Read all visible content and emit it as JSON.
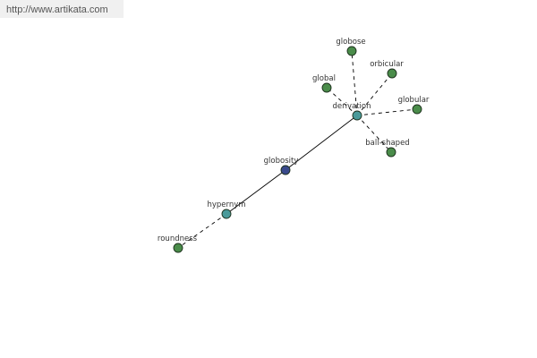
{
  "banner": {
    "url_text": "http://www.artikata.com"
  },
  "colors": {
    "background": "#ffffff",
    "banner_bg": "#f0f0f0",
    "edge": "#000000",
    "node_outline": "#1c2f1c",
    "leaf_node": "#4a8c4a",
    "relation_node": "#4a9a9a",
    "center_node": "#3a4a8c"
  },
  "graph": {
    "center": "globosity",
    "nodes": [
      {
        "id": "globosity",
        "label": "globosity",
        "kind": "center"
      },
      {
        "id": "derivation",
        "label": "derivation",
        "kind": "relation"
      },
      {
        "id": "hypernym",
        "label": "hypernym",
        "kind": "relation"
      },
      {
        "id": "globose",
        "label": "globose",
        "kind": "leaf"
      },
      {
        "id": "orbicular",
        "label": "orbicular",
        "kind": "leaf"
      },
      {
        "id": "global",
        "label": "global",
        "kind": "leaf"
      },
      {
        "id": "globular",
        "label": "globular",
        "kind": "leaf"
      },
      {
        "id": "ball-shaped",
        "label": "ball-shaped",
        "kind": "leaf"
      },
      {
        "id": "roundness",
        "label": "roundness",
        "kind": "leaf"
      }
    ],
    "edges": [
      {
        "from": "globosity",
        "to": "derivation",
        "style": "solid"
      },
      {
        "from": "globosity",
        "to": "hypernym",
        "style": "solid"
      },
      {
        "from": "derivation",
        "to": "globose",
        "style": "dashed"
      },
      {
        "from": "derivation",
        "to": "orbicular",
        "style": "dashed"
      },
      {
        "from": "derivation",
        "to": "global",
        "style": "dashed"
      },
      {
        "from": "derivation",
        "to": "globular",
        "style": "dashed"
      },
      {
        "from": "derivation",
        "to": "ball-shaped",
        "style": "dashed"
      },
      {
        "from": "hypernym",
        "to": "roundness",
        "style": "dashed"
      }
    ]
  }
}
